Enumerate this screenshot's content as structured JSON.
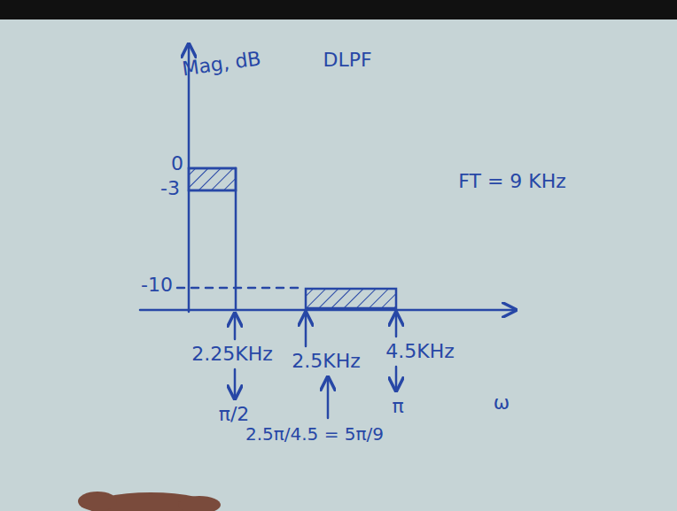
{
  "diagram": {
    "title": "DLPF",
    "labels": [
      "Mag, dB",
      "0",
      "-3",
      "-10",
      "FT = 9 KHz",
      "2.25KHz",
      "π/2",
      "2.5KHz",
      "2.5π/4.5 = 5π/9",
      "4.5KHz",
      "π",
      "ω"
    ]
  }
}
